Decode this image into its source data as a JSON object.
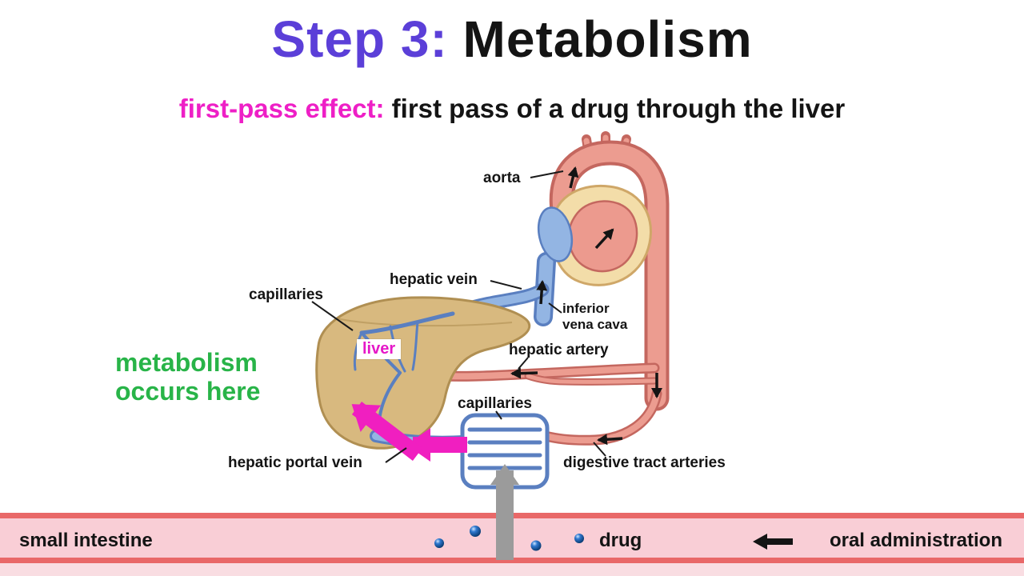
{
  "title": {
    "step": "Step 3:",
    "rest": " Metabolism"
  },
  "subtitle": {
    "term": "first-pass effect:",
    "rest": " first pass of a drug through the liver"
  },
  "diagram": {
    "labels": {
      "aorta": "aorta",
      "hepatic_vein": "hepatic vein",
      "capillaries_upper": "capillaries",
      "inferior_vena_cava": "inferior\nvena cava",
      "hepatic_artery": "hepatic artery",
      "liver": "liver",
      "metabolism_note": "metabolism\noccurs here",
      "capillaries_lower": "capillaries",
      "hepatic_portal_vein": "hepatic portal vein",
      "digestive_tract_arteries": "digestive tract arteries"
    }
  },
  "bottom_bar": {
    "small_intestine": "small intestine",
    "drug": "drug",
    "oral_administration": "oral administration"
  },
  "colors": {
    "title_accent": "#5b3fd8",
    "subtitle_accent": "#ee1fc6",
    "note_green": "#28b448",
    "arrow_magenta": "#f01fc0",
    "liver_label_magenta": "#e518c8",
    "band_pink": "#f9ced6",
    "band_red": "#e96868",
    "artery_salmon": "#ec9c90",
    "vein_blue": "#93b5e3",
    "liver_tan": "#d8b97f",
    "gray_arrow": "#9b9b9b"
  }
}
